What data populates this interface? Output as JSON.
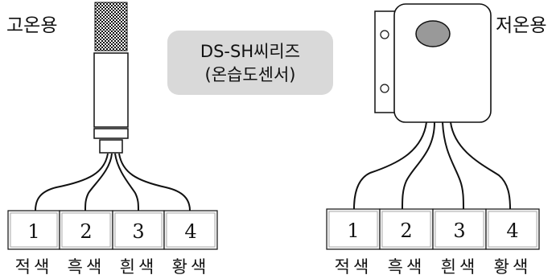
{
  "high_temp": {
    "label": "고온용"
  },
  "low_temp": {
    "label": "저온용"
  },
  "center_badge": {
    "line1": "DS-SH씨리즈",
    "line2": "(온습도센서)"
  },
  "left_terminals": [
    {
      "number": "1",
      "color_label": "적색"
    },
    {
      "number": "2",
      "color_label": "흑색"
    },
    {
      "number": "3",
      "color_label": "흰색"
    },
    {
      "number": "4",
      "color_label": "황색"
    }
  ],
  "right_terminals": [
    {
      "number": "1",
      "color_label": "적색"
    },
    {
      "number": "2",
      "color_label": "흑색"
    },
    {
      "number": "3",
      "color_label": "흰색"
    },
    {
      "number": "4",
      "color_label": "황색"
    }
  ],
  "colors": {
    "badge": "#d9d9d9",
    "outline": "#111111",
    "sensor_dot": "#999999",
    "terminal_face": "#ffffff"
  }
}
